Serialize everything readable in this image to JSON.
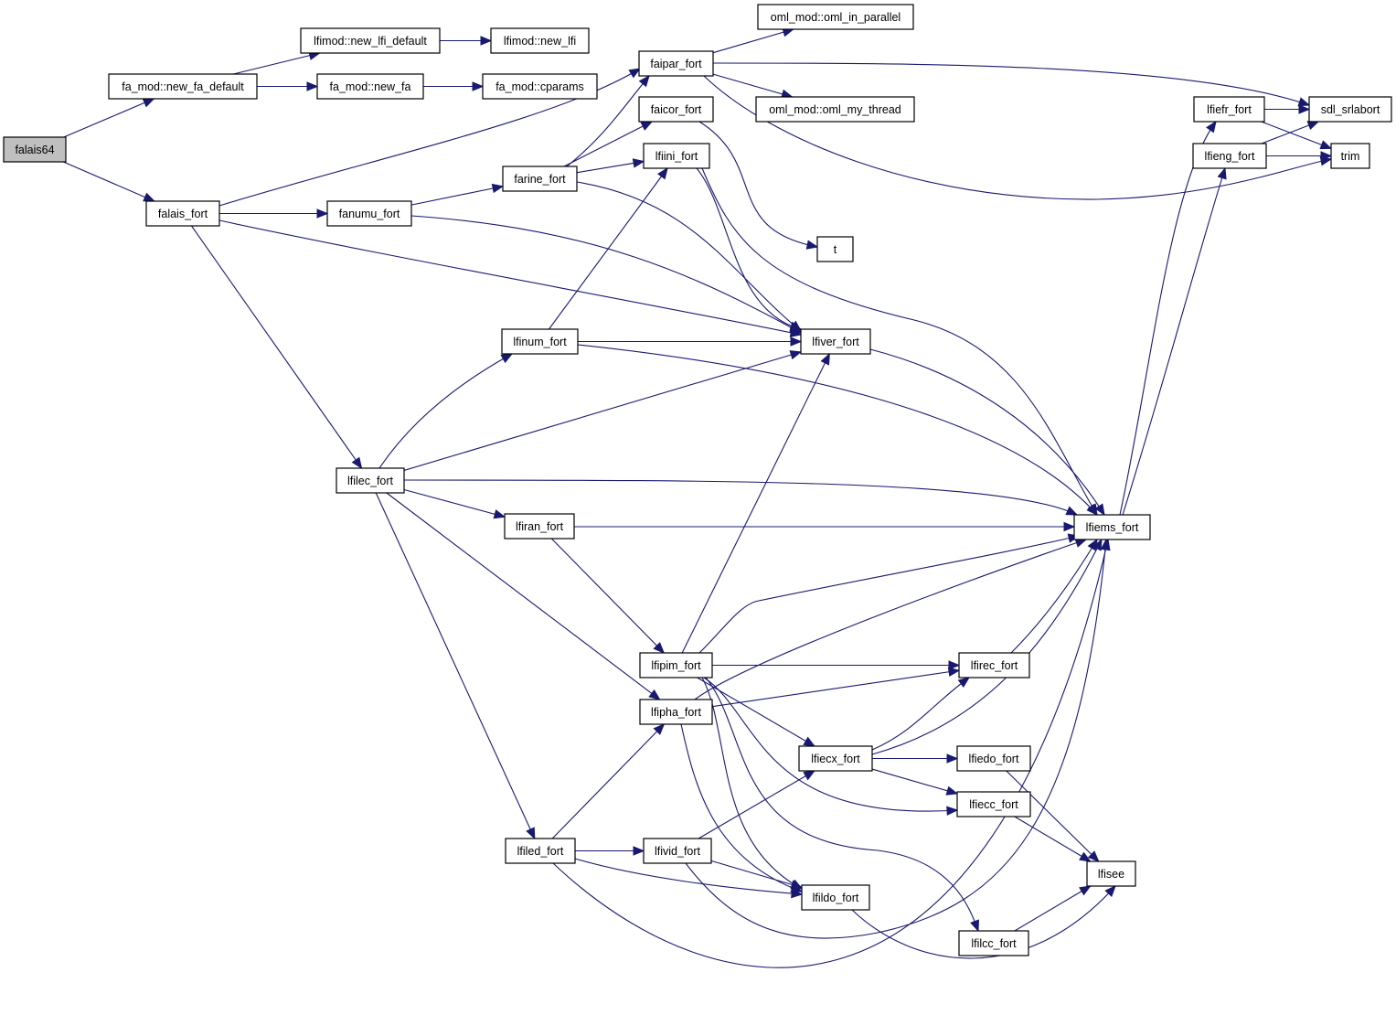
{
  "title": "falais64 call graph",
  "colors": {
    "edge": "#191970",
    "root_fill": "#bfbfbf",
    "node_fill": "#ffffff",
    "border": "#000000"
  },
  "root": "falais64",
  "nodes": [
    {
      "id": "falais64",
      "label": "falais64"
    },
    {
      "id": "new_fa_default",
      "label": "fa_mod::new_fa_default"
    },
    {
      "id": "new_lfi_default",
      "label": "lfimod::new_lfi_default"
    },
    {
      "id": "new_lfi",
      "label": "lfimod::new_lfi"
    },
    {
      "id": "new_fa",
      "label": "fa_mod::new_fa"
    },
    {
      "id": "cparams",
      "label": "fa_mod::cparams"
    },
    {
      "id": "falais_fort",
      "label": "falais_fort"
    },
    {
      "id": "faipar_fort",
      "label": "faipar_fort"
    },
    {
      "id": "oml_in_parallel",
      "label": "oml_mod::oml_in_parallel"
    },
    {
      "id": "oml_my_thread",
      "label": "oml_mod::oml_my_thread"
    },
    {
      "id": "faicor_fort",
      "label": "faicor_fort"
    },
    {
      "id": "t",
      "label": "t"
    },
    {
      "id": "lfiini_fort",
      "label": "lfiini_fort"
    },
    {
      "id": "farine_fort",
      "label": "farine_fort"
    },
    {
      "id": "fanumu_fort",
      "label": "fanumu_fort"
    },
    {
      "id": "sdl_srlabort",
      "label": "sdl_srlabort"
    },
    {
      "id": "lfiefr_fort",
      "label": "lfiefr_fort"
    },
    {
      "id": "lfieng_fort",
      "label": "lfieng_fort"
    },
    {
      "id": "trim",
      "label": "trim"
    },
    {
      "id": "lfinum_fort",
      "label": "lfinum_fort"
    },
    {
      "id": "lfiver_fort",
      "label": "lfiver_fort"
    },
    {
      "id": "lfilec_fort",
      "label": "lfilec_fort"
    },
    {
      "id": "lfiran_fort",
      "label": "lfiran_fort"
    },
    {
      "id": "lfiems_fort",
      "label": "lfiems_fort"
    },
    {
      "id": "lfipim_fort",
      "label": "lfipim_fort"
    },
    {
      "id": "lfipha_fort",
      "label": "lfipha_fort"
    },
    {
      "id": "lfirec_fort",
      "label": "lfirec_fort"
    },
    {
      "id": "lfiecx_fort",
      "label": "lfiecx_fort"
    },
    {
      "id": "lfiedo_fort",
      "label": "lfiedo_fort"
    },
    {
      "id": "lfiecc_fort",
      "label": "lfiecc_fort"
    },
    {
      "id": "lfiled_fort",
      "label": "lfiled_fort"
    },
    {
      "id": "lfivid_fort",
      "label": "lfivid_fort"
    },
    {
      "id": "lfildo_fort",
      "label": "lfildo_fort"
    },
    {
      "id": "lfisee",
      "label": "lfisee"
    },
    {
      "id": "lfilcc_fort",
      "label": "lfilcc_fort"
    }
  ],
  "edges": [
    [
      "falais64",
      "new_fa_default"
    ],
    [
      "falais64",
      "falais_fort"
    ],
    [
      "new_fa_default",
      "new_lfi_default"
    ],
    [
      "new_fa_default",
      "new_fa"
    ],
    [
      "new_lfi_default",
      "new_lfi"
    ],
    [
      "new_fa",
      "cparams"
    ],
    [
      "falais_fort",
      "faipar_fort"
    ],
    [
      "falais_fort",
      "fanumu_fort"
    ],
    [
      "falais_fort",
      "lfiver_fort"
    ],
    [
      "falais_fort",
      "lfilec_fort"
    ],
    [
      "faipar_fort",
      "oml_in_parallel"
    ],
    [
      "faipar_fort",
      "oml_my_thread"
    ],
    [
      "faipar_fort",
      "sdl_srlabort"
    ],
    [
      "faipar_fort",
      "trim"
    ],
    [
      "faicor_fort",
      "t"
    ],
    [
      "farine_fort",
      "faipar_fort"
    ],
    [
      "farine_fort",
      "faicor_fort"
    ],
    [
      "farine_fort",
      "lfiini_fort"
    ],
    [
      "farine_fort",
      "lfiver_fort"
    ],
    [
      "fanumu_fort",
      "farine_fort"
    ],
    [
      "fanumu_fort",
      "lfiver_fort"
    ],
    [
      "lfiini_fort",
      "lfiver_fort"
    ],
    [
      "lfiini_fort",
      "lfiems_fort"
    ],
    [
      "lfiefr_fort",
      "sdl_srlabort"
    ],
    [
      "lfiefr_fort",
      "trim"
    ],
    [
      "lfieng_fort",
      "sdl_srlabort"
    ],
    [
      "lfieng_fort",
      "trim"
    ],
    [
      "lfinum_fort",
      "lfiini_fort"
    ],
    [
      "lfinum_fort",
      "lfiver_fort"
    ],
    [
      "lfinum_fort",
      "lfiems_fort"
    ],
    [
      "lfiver_fort",
      "lfiems_fort"
    ],
    [
      "lfilec_fort",
      "lfinum_fort"
    ],
    [
      "lfilec_fort",
      "lfiver_fort"
    ],
    [
      "lfilec_fort",
      "lfiems_fort"
    ],
    [
      "lfilec_fort",
      "lfiran_fort"
    ],
    [
      "lfilec_fort",
      "lfipha_fort"
    ],
    [
      "lfilec_fort",
      "lfiled_fort"
    ],
    [
      "lfiran_fort",
      "lfiems_fort"
    ],
    [
      "lfiran_fort",
      "lfipim_fort"
    ],
    [
      "lfiems_fort",
      "lfiefr_fort"
    ],
    [
      "lfiems_fort",
      "lfieng_fort"
    ],
    [
      "lfipim_fort",
      "lfiver_fort"
    ],
    [
      "lfipim_fort",
      "lfiems_fort"
    ],
    [
      "lfipim_fort",
      "lfirec_fort"
    ],
    [
      "lfipim_fort",
      "lfiecx_fort"
    ],
    [
      "lfipim_fort",
      "lfiecc_fort"
    ],
    [
      "lfipim_fort",
      "lfildo_fort"
    ],
    [
      "lfipim_fort",
      "lfilcc_fort"
    ],
    [
      "lfipha_fort",
      "lfiems_fort"
    ],
    [
      "lfipha_fort",
      "lfirec_fort"
    ],
    [
      "lfipha_fort",
      "lfildo_fort"
    ],
    [
      "lfirec_fort",
      "lfiems_fort"
    ],
    [
      "lfiecx_fort",
      "lfirec_fort"
    ],
    [
      "lfiecx_fort",
      "lfiems_fort"
    ],
    [
      "lfiecx_fort",
      "lfiedo_fort"
    ],
    [
      "lfiecx_fort",
      "lfiecc_fort"
    ],
    [
      "lfiedo_fort",
      "lfisee"
    ],
    [
      "lfiecc_fort",
      "lfisee"
    ],
    [
      "lfiled_fort",
      "lfipha_fort"
    ],
    [
      "lfiled_fort",
      "lfivid_fort"
    ],
    [
      "lfiled_fort",
      "lfildo_fort"
    ],
    [
      "lfiled_fort",
      "lfiems_fort"
    ],
    [
      "lfivid_fort",
      "lfiecx_fort"
    ],
    [
      "lfivid_fort",
      "lfildo_fort"
    ],
    [
      "lfivid_fort",
      "lfiems_fort"
    ],
    [
      "lfildo_fort",
      "lfisee"
    ],
    [
      "lfilcc_fort",
      "lfisee"
    ]
  ]
}
